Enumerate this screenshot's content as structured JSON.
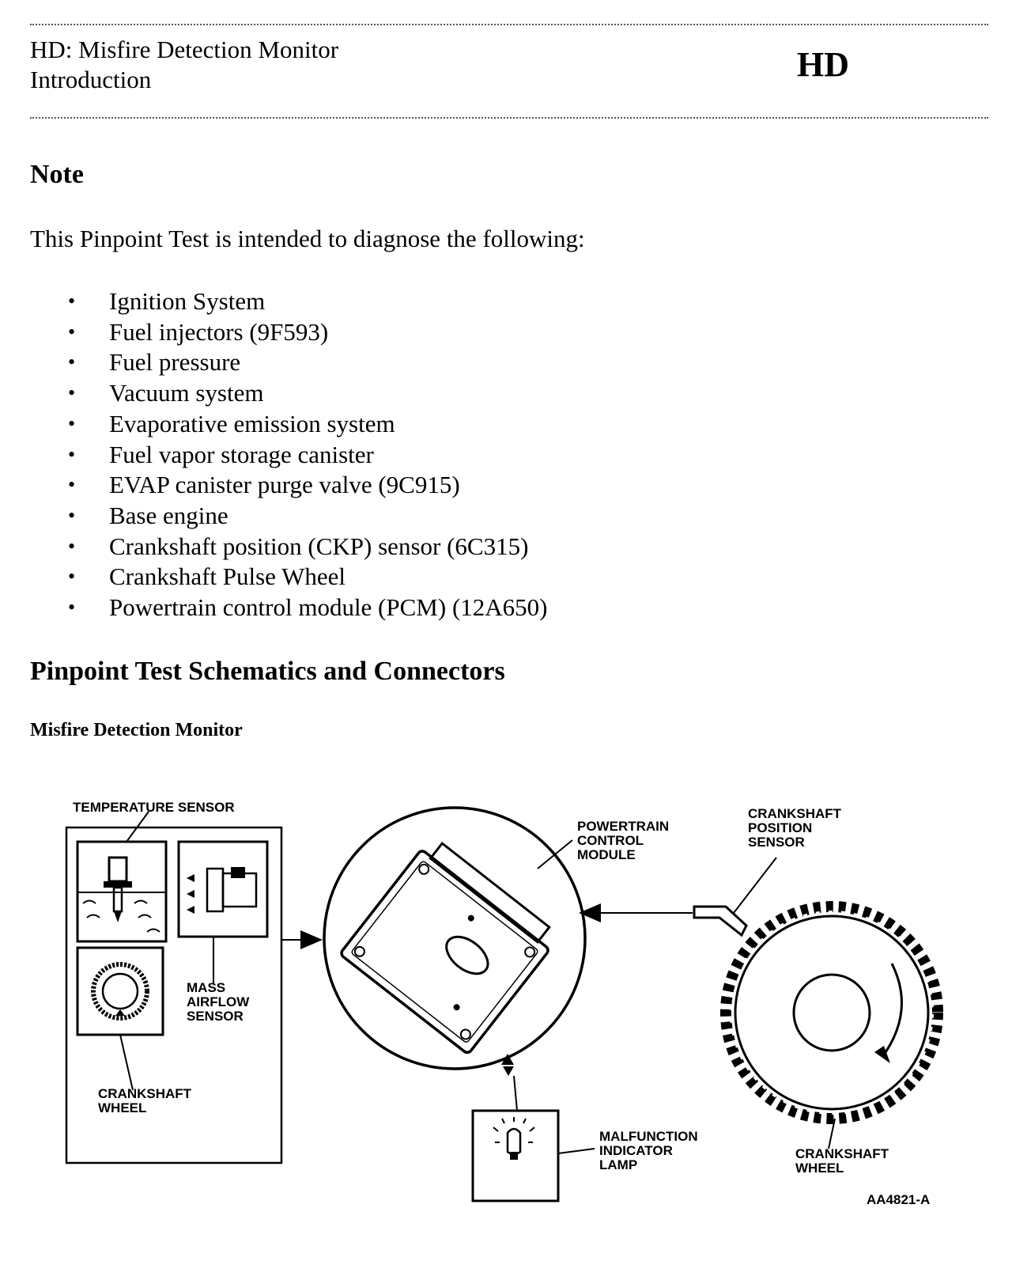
{
  "header": {
    "title_line1": "HD: Misfire Detection Monitor",
    "title_line2": "Introduction",
    "code": "HD"
  },
  "note": {
    "heading": "Note",
    "intro": "This Pinpoint Test is intended to diagnose the following:",
    "items": [
      "Ignition System",
      "Fuel injectors (9F593)",
      "Fuel pressure",
      "Vacuum system",
      "Evaporative emission system",
      "Fuel vapor storage canister",
      "EVAP canister purge valve (9C915)",
      "Base engine",
      "Crankshaft position (CKP) sensor (6C315)",
      "Crankshaft Pulse Wheel",
      "Powertrain control module (PCM) (12A650)"
    ]
  },
  "schematics": {
    "heading": "Pinpoint Test Schematics and Connectors",
    "subheading": "Misfire Detection Monitor"
  },
  "diagram": {
    "labels": {
      "temperature_sensor": "TEMPERATURE SENSOR",
      "mass_airflow": [
        "MASS",
        "AIRFLOW",
        "SENSOR"
      ],
      "crankshaft_wheel_left": [
        "CRANKSHAFT",
        "WHEEL"
      ],
      "pcm": [
        "POWERTRAIN",
        "CONTROL",
        "MODULE"
      ],
      "ckp_sensor": [
        "CRANKSHAFT",
        "POSITION",
        "SENSOR"
      ],
      "mil": [
        "MALFUNCTION",
        "INDICATOR",
        "LAMP"
      ],
      "crankshaft_wheel_right": [
        "CRANKSHAFT",
        "WHEEL"
      ],
      "figure_code": "AA4821-A"
    },
    "icons": [
      "temperature-sensor-icon",
      "mass-airflow-sensor-icon",
      "crankshaft-wheel-icon",
      "pcm-module-icon",
      "crankshaft-pulse-wheel-icon",
      "lamp-icon"
    ]
  }
}
